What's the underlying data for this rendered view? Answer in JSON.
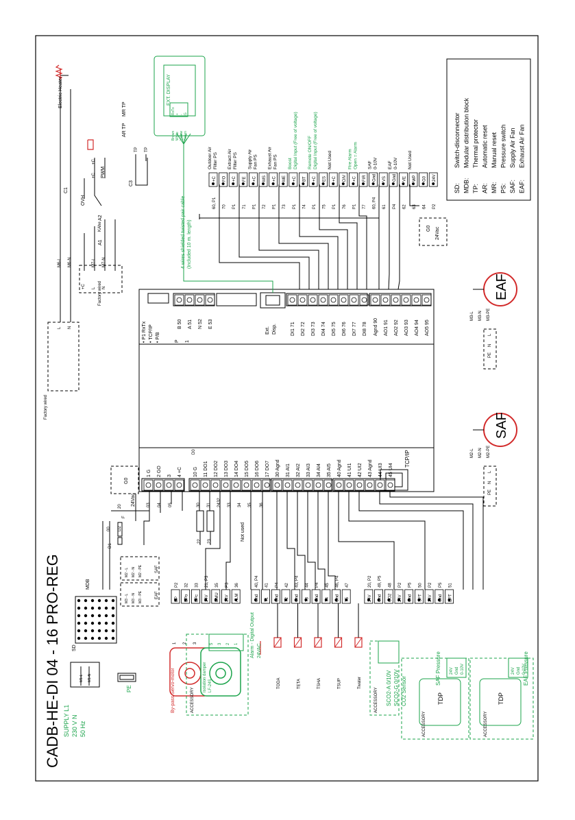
{
  "title": "CADB-HE-DI 04 - 16 PRO-REG",
  "supply": {
    "l1": "L1",
    "n": "N",
    "v": "230 V",
    "f": "50 Hz",
    "label": "SUPPLY",
    "pe": "PE"
  },
  "legend": [
    {
      "abbr": "SD:",
      "desc": "Switch-disconnector"
    },
    {
      "abbr": "MDB:",
      "desc": "Modular distribution block"
    },
    {
      "abbr": "TP:",
      "desc": "Thermal protector"
    },
    {
      "abbr": "AR:",
      "desc": "Automatic reset"
    },
    {
      "abbr": "MR:",
      "desc": "Manual reset"
    },
    {
      "abbr": "PS:",
      "desc": "Pressure switch"
    },
    {
      "abbr": "SAF:",
      "desc": "Supply Air Fan"
    },
    {
      "abbr": "EAF:",
      "desc": "Exhaust Air Fan"
    }
  ],
  "fans": {
    "saf": "SAF",
    "eaf": "EAF",
    "saf_pins": [
      "M2-L",
      "M2-N",
      "M2-PE"
    ],
    "eaf_pins": [
      "M3-L",
      "M3-N",
      "M3-PE"
    ],
    "pin_letters": [
      "L",
      "N",
      "PE"
    ]
  },
  "labels": {
    "electric_heater": "Electric Heater",
    "ovh": "OVH",
    "khe": "KAhe",
    "factory_wired": "Factory wired",
    "ar_tp": "AR TP",
    "mr_tp": "MR TP",
    "pwm": "PWM",
    "display": "EXT. DISPLAY",
    "twisted_pair": "4 wires shielded twisted pair cable",
    "twisted_len": "(Included 10 m. length)",
    "ext_disp": "Ext. Disp.",
    "tcpip": "TCP/IP",
    "tcpip2": "TCP/IP",
    "p1rxtx": "P1 RxTx",
    "pb": "P/B",
    "mdb": "MDB",
    "sd": "SD",
    "vac24": "24Vac",
    "g0": "G0",
    "not_used": "Not used",
    "accessory": "ACCESSORY",
    "bypass": "By-pass Servo-motor",
    "isolation_damper": "Isolation damper",
    "lf": "LF-24S",
    "alarm_do": "Alarm - Digital Output",
    "alarm_do2": "24VAC",
    "sco2a": "SCO2-A 0/10V",
    "sco2g": "SCO2-G 0/10V",
    "co2": "CO2 Sensor",
    "saf_pressure": "SAF Pressure",
    "eaf_pressure": "EAF Pressure",
    "tdp": "TDP",
    "v24": "24V",
    "gnd": "Gnd",
    "v010": "0-10V",
    "c1": "C1",
    "c3": "C3",
    "a1": "A1",
    "a2": "A2"
  },
  "right_terminals": [
    {
      "t": "+C",
      "n": "60, P1",
      "d": "Outdoor Air",
      "d2": "Filter PS",
      "green": false
    },
    {
      "t": "FO",
      "n": "70",
      "d": "",
      "d2": "",
      "green": false
    },
    {
      "t": "+C",
      "n": "P1",
      "d": "Extract Air",
      "d2": "Filter PS",
      "green": false
    },
    {
      "t": "FE",
      "n": "71",
      "d": "",
      "d2": "",
      "green": false
    },
    {
      "t": "+C",
      "n": "P1",
      "d": "Supply Air",
      "d2": "Fan PS",
      "green": false
    },
    {
      "t": "MS",
      "n": "72",
      "d": "",
      "d2": "",
      "green": false
    },
    {
      "t": "+C",
      "n": "P1",
      "d": "Exhaust Air",
      "d2": "Fan PS",
      "green": false
    },
    {
      "t": "ME",
      "n": "73",
      "d": "",
      "d2": "",
      "green": false
    },
    {
      "t": "+C",
      "n": "P1",
      "d": "Boost",
      "d2": "Digital Input (Free of voltage)",
      "green": true
    },
    {
      "t": "BT",
      "n": "74",
      "d": "",
      "d2": "",
      "green": false
    },
    {
      "t": "+C",
      "n": "P1",
      "d": "Remote ON/OFF",
      "d2": "Digital Input (Free of voltage)",
      "green": true
    },
    {
      "t": "ES",
      "n": "75",
      "d": "",
      "d2": "",
      "green": false
    },
    {
      "t": "+C",
      "n": "P1",
      "d": "Not Used",
      "d2": "",
      "green": false
    },
    {
      "t": "DIV",
      "n": "76",
      "d": "",
      "d2": "",
      "green": false
    },
    {
      "t": "+C",
      "n": "P1",
      "d": "Fire Alarm",
      "d2": "Open = Alarm",
      "green": true
    },
    {
      "t": "FIR",
      "n": "77",
      "d": "",
      "d2": "",
      "green": false
    },
    {
      "t": "Gnd",
      "n": "60, P4",
      "d": "SAF",
      "d2": "0-10V",
      "green": false
    },
    {
      "t": "VS",
      "n": "61",
      "d": "",
      "d2": "",
      "green": false
    },
    {
      "t": "Gnd",
      "n": "P4",
      "d": "EAF",
      "d2": "0-10V",
      "green": false
    },
    {
      "t": "VE",
      "n": "62",
      "d": "",
      "d2": "",
      "green": false
    },
    {
      "t": "WP",
      "n": "63",
      "d": "Not Used",
      "d2": "",
      "green": false
    },
    {
      "t": "G0",
      "n": "64",
      "d": "",
      "d2": "",
      "green": false
    },
    {
      "t": "24V",
      "n": "P2",
      "d": "",
      "d2": "",
      "green": false
    }
  ],
  "controller": {
    "right_group1": [
      "B 50",
      "A 51",
      "N 52",
      "E 53"
    ],
    "right_group1_lead": [
      "P",
      "1"
    ],
    "right_group2": [
      "DI1 71",
      "DI2 72",
      "DI3 73",
      "DI4 74",
      "DI5 75",
      "DI6 76",
      "DI7 77",
      "DI8 78"
    ],
    "right_group3": [
      "Agnd 90",
      "AO1 91",
      "AO2 92",
      "AO3 93",
      "AO4 94",
      "AO5 95"
    ],
    "left_group1": [
      "1 G",
      "2 GO",
      "3",
      "4 +C"
    ],
    "left_group2": [
      "10 G",
      "11 DO1",
      "12 DO2",
      "13 DO3",
      "14 DO4",
      "15 DO5",
      "16 DO6",
      "17 DO7"
    ],
    "left_group3": [
      "30 Agnd",
      "31 AI1",
      "32 AI2",
      "33 AI3",
      "34 AI4",
      "35 AI5"
    ],
    "left_group4": [
      "40 Agnd",
      "41 UI1",
      "42 UI2",
      "43 Agnd",
      "44 UI3",
      "45 UI4"
    ],
    "do_header": "D0"
  },
  "left_terminals": [
    {
      "t": "BP",
      "n": "P2"
    },
    {
      "t": "BPo",
      "n": "32"
    },
    {
      "t": "BPc",
      "n": "33"
    },
    {
      "t": "24V",
      "n": "21, P3"
    },
    {
      "t": "DMU",
      "n": "35"
    },
    {
      "t": "24V",
      "n": "P3"
    },
    {
      "t": "ALM",
      "n": "36"
    },
    {
      "t": "Gnd",
      "n": "40, P4"
    },
    {
      "t": "T1",
      "n": "41"
    },
    {
      "t": "Gnd",
      "n": "P4"
    },
    {
      "t": "T2",
      "n": "42"
    },
    {
      "t": "Gnd",
      "n": "43, P4"
    },
    {
      "t": "T3",
      "n": "44"
    },
    {
      "t": "Gnd",
      "n": "P4"
    },
    {
      "t": "T4",
      "n": "45"
    },
    {
      "t": "Gnd",
      "n": "46, P4"
    },
    {
      "t": "T5",
      "n": "47"
    },
    {
      "t": "24V",
      "n": "20, P2"
    },
    {
      "t": "Gnd",
      "n": "49, P5"
    },
    {
      "t": "CO2",
      "n": "48"
    },
    {
      "t": "24V",
      "n": "P2"
    },
    {
      "t": "Gnd",
      "n": "P5"
    },
    {
      "t": "SPT",
      "n": "50"
    },
    {
      "t": "24V",
      "n": "P2"
    },
    {
      "t": "Gnd",
      "n": "P5"
    },
    {
      "t": "EPT",
      "n": "51"
    }
  ],
  "temps": [
    "TODA",
    "TETA",
    "TSHA",
    "TSUP",
    "Twater"
  ],
  "wire_nums": [
    "1",
    "2",
    "3"
  ],
  "wire_nums4": [
    "5",
    "3",
    "2",
    "1"
  ],
  "mdb_terms": [
    "M1-L",
    "M1-N"
  ],
  "saf_block": [
    "M2 - L",
    "M2 - N",
    "M2 - PE"
  ],
  "eaf_block": [
    "M3 - L",
    "M3 - N",
    "M3 - PE"
  ],
  "ctrl_misc": [
    "20",
    "03",
    "04",
    "05",
    "00",
    "D1",
    "D2",
    "F",
    "22",
    "23",
    "24",
    "30",
    "31",
    "32",
    "33",
    "34",
    "35",
    "36"
  ],
  "heater_wires": [
    "M6-L",
    "M6-N",
    "M7-L",
    "M7-N",
    "+C",
    "L",
    "N"
  ],
  "heater_circ": [
    "L",
    "N"
  ],
  "disp_pins": [
    "RxTx",
    "+",
    "-",
    "G"
  ],
  "disp_wires": [
    "Brown",
    "White",
    "Yellow",
    "Green"
  ],
  "ovh_terms": [
    "+C"
  ],
  "pwm_terms": [
    "+C"
  ],
  "tp_terms": [
    "TP",
    "TP"
  ]
}
